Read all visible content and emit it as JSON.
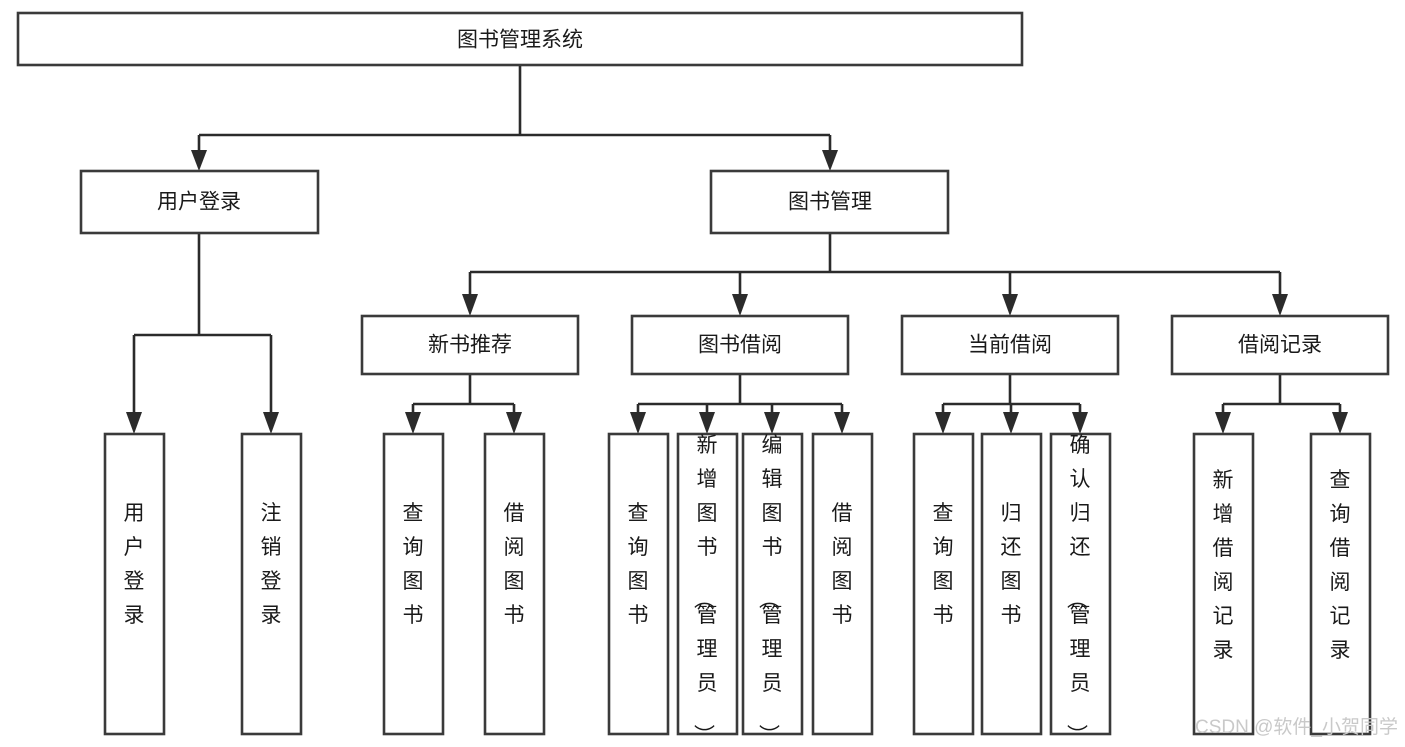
{
  "diagram": {
    "title": "图书管理系统",
    "type": "tree-hierarchy",
    "root": {
      "id": "root",
      "label": "图书管理系统"
    },
    "level2": [
      {
        "id": "user-login",
        "label": "用户登录"
      },
      {
        "id": "book-management",
        "label": "图书管理"
      }
    ],
    "level3": [
      {
        "id": "new-book-recommend",
        "label": "新书推荐",
        "parent": "book-management"
      },
      {
        "id": "book-borrow",
        "label": "图书借阅",
        "parent": "book-management"
      },
      {
        "id": "current-borrow",
        "label": "当前借阅",
        "parent": "book-management"
      },
      {
        "id": "borrow-record",
        "label": "借阅记录",
        "parent": "book-management"
      }
    ],
    "leaves": [
      {
        "id": "leaf-user-login",
        "label": "用户登录",
        "parent": "user-login"
      },
      {
        "id": "leaf-logout-login",
        "label": "注销登录",
        "parent": "user-login"
      },
      {
        "id": "leaf-query-book-1",
        "label": "查询图书",
        "parent": "new-book-recommend"
      },
      {
        "id": "leaf-borrow-book-1",
        "label": "借阅图书",
        "parent": "new-book-recommend"
      },
      {
        "id": "leaf-query-book-2",
        "label": "查询图书",
        "parent": "book-borrow"
      },
      {
        "id": "leaf-add-book",
        "label": "新增图书（管理员）",
        "parent": "book-borrow"
      },
      {
        "id": "leaf-edit-book",
        "label": "编辑图书（管理员）",
        "parent": "book-borrow"
      },
      {
        "id": "leaf-borrow-book-2",
        "label": "借阅图书",
        "parent": "book-borrow"
      },
      {
        "id": "leaf-query-book-3",
        "label": "查询图书",
        "parent": "current-borrow"
      },
      {
        "id": "leaf-return-book",
        "label": "归还图书",
        "parent": "current-borrow"
      },
      {
        "id": "leaf-confirm-return",
        "label": "确认归还（管理员）",
        "parent": "current-borrow"
      },
      {
        "id": "leaf-add-record",
        "label": "新增借阅记录",
        "parent": "borrow-record"
      },
      {
        "id": "leaf-query-record",
        "label": "查询借阅记录",
        "parent": "borrow-record"
      }
    ],
    "colors": {
      "box_stroke": "#3a3a3a",
      "box_fill": "#ffffff",
      "connector": "#2b2b2b",
      "label_text": "#1a1a1a",
      "watermark": "#c9c9c9",
      "background": "#ffffff"
    }
  },
  "watermark": {
    "text": "CSDN @软件_小贺同学"
  }
}
